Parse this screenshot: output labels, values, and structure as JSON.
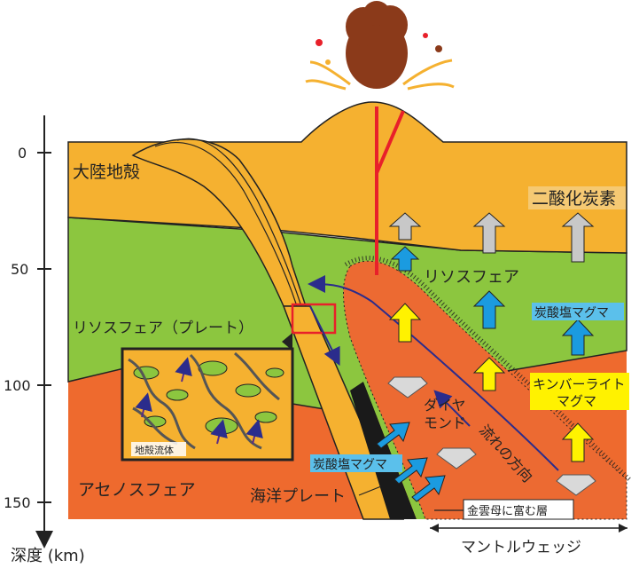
{
  "axis": {
    "label": "深度 (km)",
    "ticks": [
      "0",
      "50",
      "100",
      "150"
    ]
  },
  "labels": {
    "continental_crust": "大陸地殻",
    "lithosphere_plate": "リソスフェア（プレート）",
    "lithosphere": "リソスフェア",
    "asthenosphere": "アセノスフェア",
    "oceanic_plate": "海洋プレート",
    "co2": "二酸化炭素",
    "carbonate_magma_right": "炭酸塩マグマ",
    "carbonate_magma_left": "炭酸塩マグマ",
    "kimberlite_magma_1": "キンバーライト",
    "kimberlite_magma_2": "マグマ",
    "diamond_1": "ダイヤ",
    "diamond_2": "モンド",
    "flow_direction": "流れの方向",
    "crustal_fluid": "地殻流体",
    "mica_layer": "金雲母に富む層",
    "mantle_wedge": "マントルウェッジ"
  },
  "colors": {
    "crust": "#f5b130",
    "lithosphere": "#8cc63f",
    "asthenosphere": "#ee6a2e",
    "wedge": "#ec6a32",
    "co2_arrow": "#c8c8c8",
    "blue_arrow": "#1b9be0",
    "yellow_arrow": "#fff200",
    "conduit": "#e8202a",
    "flow_line": "#2b2c8c",
    "label_blue_bg": "#5bc0eb",
    "label_yellow_bg": "#fff200"
  }
}
